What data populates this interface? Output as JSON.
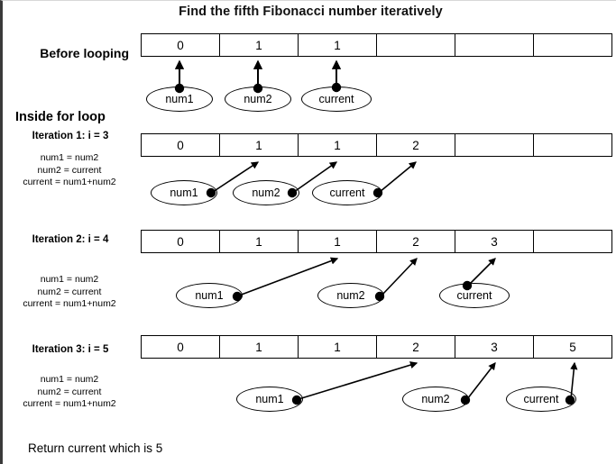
{
  "title": "Find the fifth Fibonacci number iteratively",
  "footer": "Return current which is 5",
  "colors": {
    "ink": "#000000",
    "background": "#ffffff",
    "frame": "#3a3a3a"
  },
  "sections": {
    "before_looping_label": "Before looping",
    "inside_for_loop_label": "Inside for loop"
  },
  "variables": {
    "num1": "num1",
    "num2": "num2",
    "current": "current"
  },
  "formulas": {
    "line1": "num1 = num2",
    "line2": "num2 = current",
    "line3": "current = num1+num2"
  },
  "rows": [
    {
      "id": "before-looping",
      "label": "Before looping",
      "cells": [
        "0",
        "1",
        "1",
        "",
        "",
        ""
      ],
      "pointers": [
        {
          "name": "num1",
          "cell": 0
        },
        {
          "name": "num2",
          "cell": 1
        },
        {
          "name": "current",
          "cell": 2
        }
      ]
    },
    {
      "id": "iteration-1",
      "label": "Iteration 1: i = 3",
      "cells": [
        "0",
        "1",
        "1",
        "2",
        "",
        ""
      ],
      "pointers": [
        {
          "name": "num1",
          "cell": 1
        },
        {
          "name": "num2",
          "cell": 2
        },
        {
          "name": "current",
          "cell": 3
        }
      ]
    },
    {
      "id": "iteration-2",
      "label": "Iteration 2: i = 4",
      "cells": [
        "0",
        "1",
        "1",
        "2",
        "3",
        ""
      ],
      "pointers": [
        {
          "name": "num1",
          "cell": 2
        },
        {
          "name": "num2",
          "cell": 3
        },
        {
          "name": "current",
          "cell": 4
        }
      ]
    },
    {
      "id": "iteration-3",
      "label": "Iteration 3: i = 5",
      "cells": [
        "0",
        "1",
        "1",
        "2",
        "3",
        "5"
      ],
      "pointers": [
        {
          "name": "num1",
          "cell": 3
        },
        {
          "name": "num2",
          "cell": 4
        },
        {
          "name": "current",
          "cell": 5
        }
      ]
    }
  ],
  "chart_data": {
    "type": "diagram",
    "title": "Find the fifth Fibonacci number iteratively",
    "sequence": [
      0,
      1,
      1,
      2,
      3,
      5
    ],
    "steps": [
      {
        "stage": "Before looping",
        "array": [
          0,
          1,
          1,
          null,
          null,
          null
        ],
        "num1_index": 0,
        "num2_index": 1,
        "current_index": 2
      },
      {
        "stage": "Iteration 1: i = 3",
        "array": [
          0,
          1,
          1,
          2,
          null,
          null
        ],
        "num1_index": 1,
        "num2_index": 2,
        "current_index": 3
      },
      {
        "stage": "Iteration 2: i = 4",
        "array": [
          0,
          1,
          1,
          2,
          3,
          null
        ],
        "num1_index": 2,
        "num2_index": 3,
        "current_index": 4
      },
      {
        "stage": "Iteration 3: i = 5",
        "array": [
          0,
          1,
          1,
          2,
          3,
          5
        ],
        "num1_index": 3,
        "num2_index": 4,
        "current_index": 5
      }
    ],
    "result": 5
  }
}
